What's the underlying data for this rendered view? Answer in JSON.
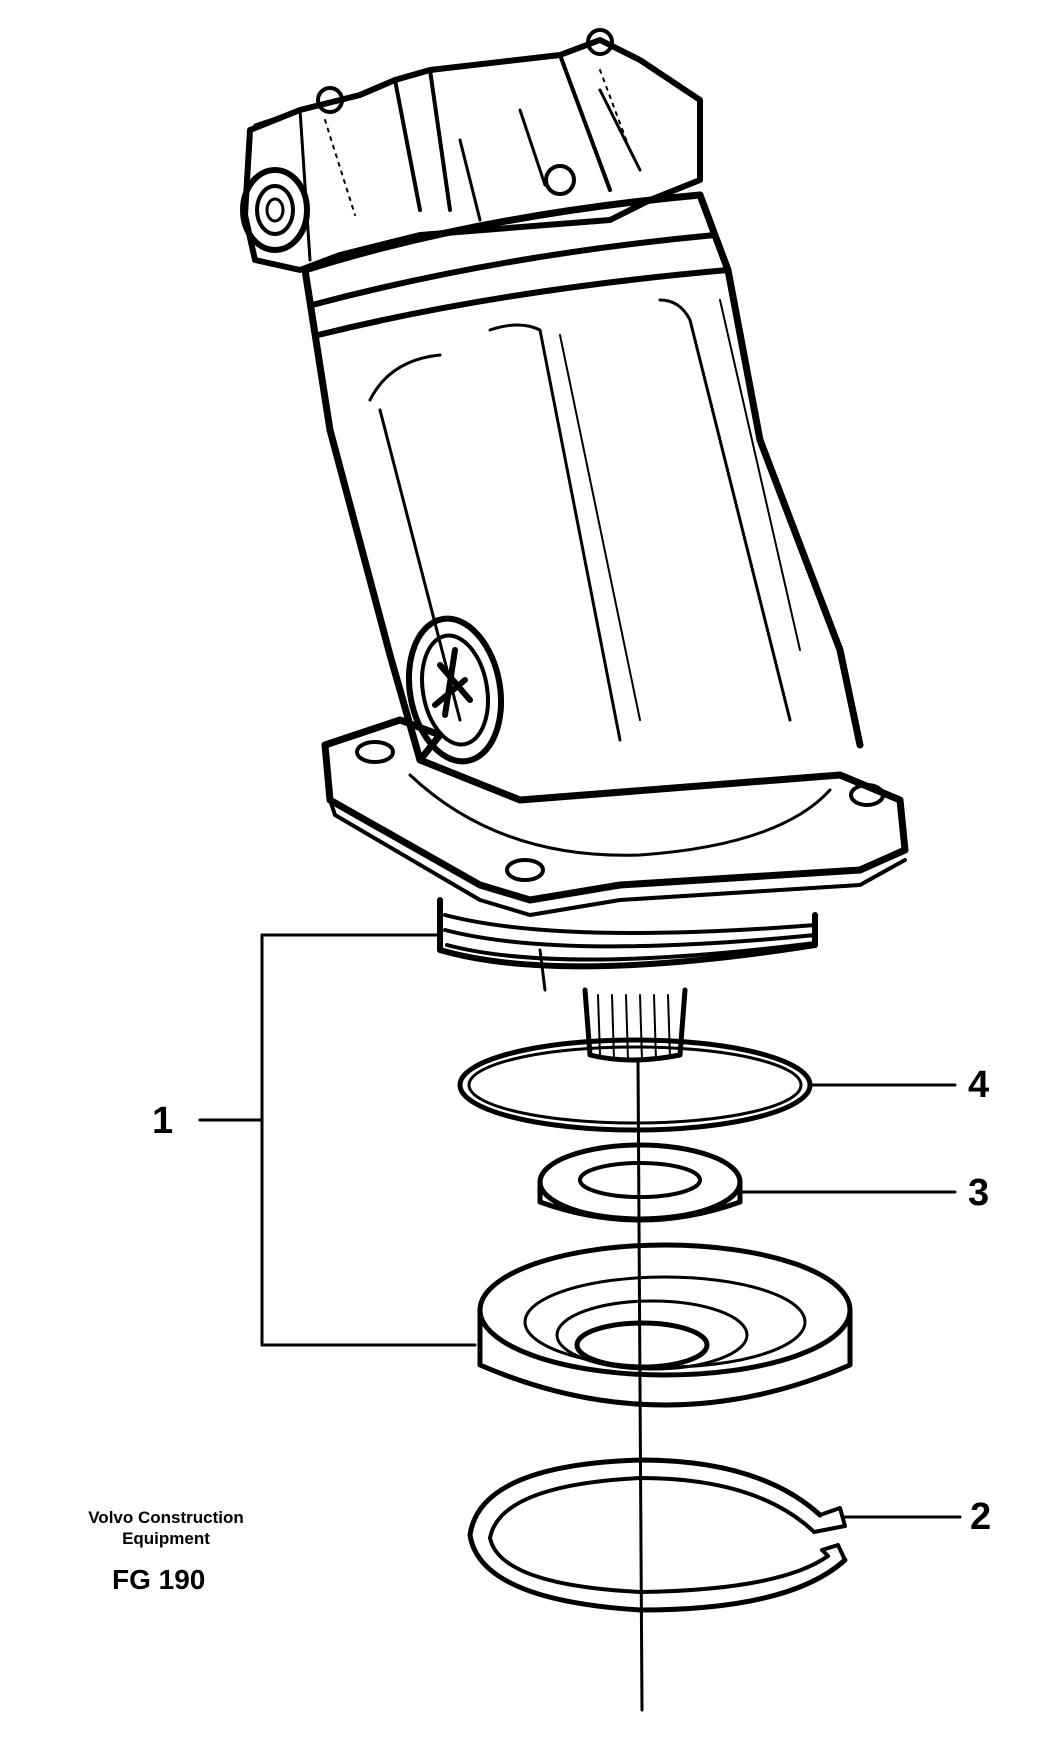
{
  "figure": {
    "publisher": [
      "Volvo Construction",
      "Equipment"
    ],
    "figure_code": "FG 190"
  },
  "callouts": [
    {
      "number": "1"
    },
    {
      "number": "2"
    },
    {
      "number": "3"
    },
    {
      "number": "4"
    }
  ]
}
